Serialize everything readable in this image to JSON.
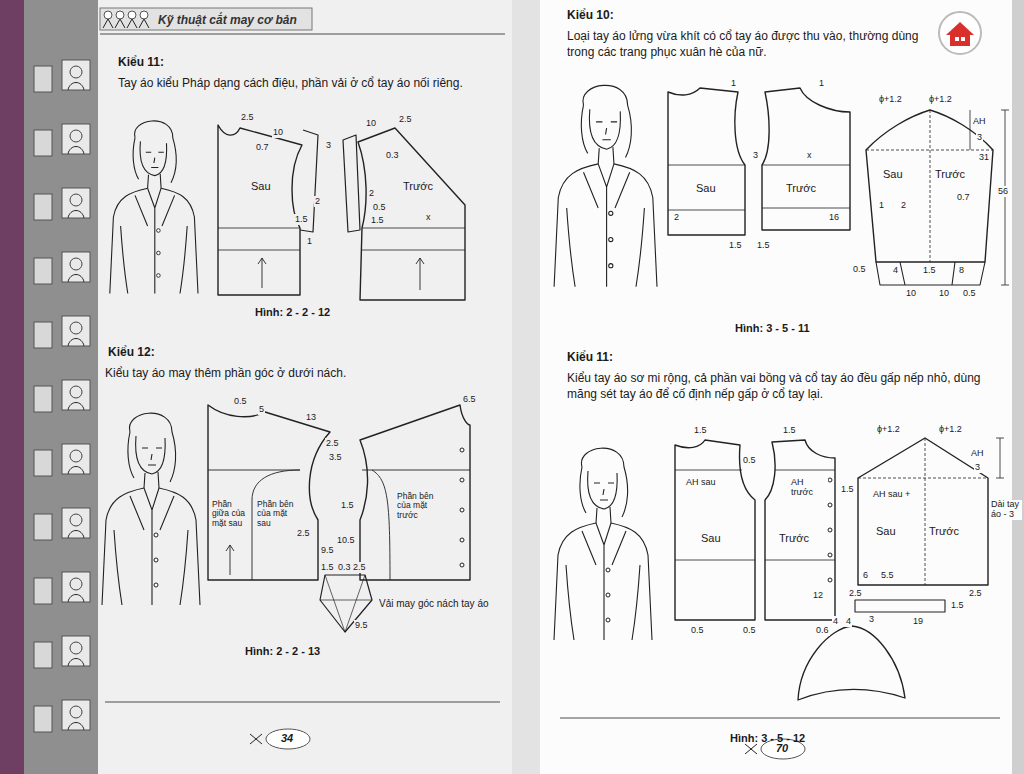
{
  "diagram": {
    "title": "Kỹ thuật cắt may cơ bản",
    "labels": [
      "Kiểu 11:",
      "Tay áo kiểu Pháp dạng cách điệu, phần vải ở cổ tay áo nối riêng.",
      "2.5",
      "10",
      "0.7",
      "3",
      "Sau",
      "2",
      "1.5",
      "1",
      "10",
      "2.5",
      "0.3",
      "Trước",
      "2",
      "0.5",
      "1.5",
      "x",
      "Hình: 2 - 2 - 12",
      "Kiểu 12:",
      "Kiểu tay áo may thêm phần góc ở dưới nách.",
      "0.5",
      "5",
      "13",
      "2.5",
      "3.5",
      "6.5",
      "Phần giữa của mặt sau",
      "Phần bên của mặt sau",
      "2.5",
      "9.5",
      "1.5",
      "10.5",
      "Phần bên của mặt trước",
      "1.5",
      "0.3",
      "2.5",
      "Vải may góc nách tay áo",
      "9.5",
      "Hình: 2 - 2 - 13",
      "34",
      "Kiểu 10:",
      "Loại tay áo lửng vừa khít có cổ tay áo được thu vào, thường dùng trong các trang phục xuân hè của nữ.",
      "1",
      "1",
      "3",
      "Sau",
      "x",
      "Trước",
      "2",
      "16",
      "1.5",
      "1.5",
      "ϕ+1.2",
      "ϕ+1.2",
      "AH",
      "3",
      "31",
      "56",
      "Sau",
      "Trước",
      "0.7",
      "1",
      "2",
      "0.5",
      "4",
      "1.5",
      "8",
      "10",
      "10",
      "0.5",
      "Hình: 3 - 5 - 11",
      "Kiểu 11:",
      "Kiểu tay áo sơ mi rộng, cả phần vai bồng và cổ tay áo đều gấp nếp nhỏ, dùng măng sét tay áo để cố định nếp gấp ở cổ tay lại.",
      "1.5",
      "0.5",
      "AH sau",
      "1.5",
      "AH trước",
      "1.5",
      "Sau",
      "Trước",
      "0.5",
      "12",
      "0.5",
      "0.6",
      "ϕ+1.2",
      "ϕ+1.2",
      "AH sau +",
      "AH",
      "3",
      "Dài tay áo - 3",
      "Sau",
      "Trước",
      "6",
      "5.5",
      "2.5",
      "2.5",
      "1.5",
      "4",
      "4",
      "3",
      "19",
      "Hình: 3 - 5 - 12",
      "70"
    ]
  }
}
